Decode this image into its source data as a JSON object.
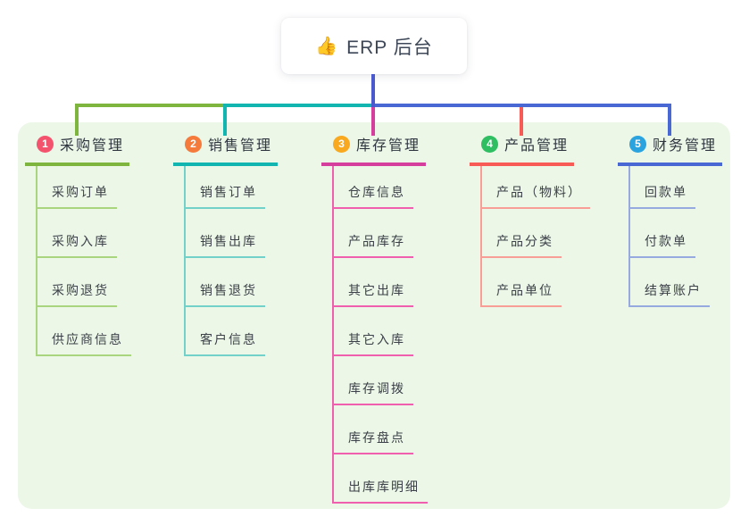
{
  "root": {
    "icon": "👍",
    "icon_name": "thumbs-up-icon",
    "title": "ERP 后台"
  },
  "connector_color": "#4b59ce",
  "panel_bg": "#ecf7e8",
  "branches": [
    {
      "badge": "1",
      "label": "采购管理",
      "badge_color": "#f4536e",
      "main_color": "#7db53f",
      "light_color": "#a9d57f",
      "items": [
        "采购订单",
        "采购入库",
        "采购退货",
        "供应商信息"
      ]
    },
    {
      "badge": "2",
      "label": "销售管理",
      "badge_color": "#f57b3d",
      "main_color": "#13b5b1",
      "light_color": "#72d2ca",
      "items": [
        "销售订单",
        "销售出库",
        "销售退货",
        "客户信息"
      ]
    },
    {
      "badge": "3",
      "label": "库存管理",
      "badge_color": "#f8a91f",
      "main_color": "#d53e9d",
      "light_color": "#ef5fae",
      "items": [
        "仓库信息",
        "产品库存",
        "其它出库",
        "其它入库",
        "库存调拨",
        "库存盘点",
        "出库库明细"
      ]
    },
    {
      "badge": "4",
      "label": "产品管理",
      "badge_color": "#2fbe62",
      "main_color": "#f85b55",
      "light_color": "#f99e97",
      "items": [
        "产品（物料）",
        "产品分类",
        "产品单位"
      ]
    },
    {
      "badge": "5",
      "label": "财务管理",
      "badge_color": "#2aa3df",
      "main_color": "#4a68d3",
      "light_color": "#96aadf",
      "items": [
        "回款单",
        "付款单",
        "结算账户"
      ]
    }
  ]
}
